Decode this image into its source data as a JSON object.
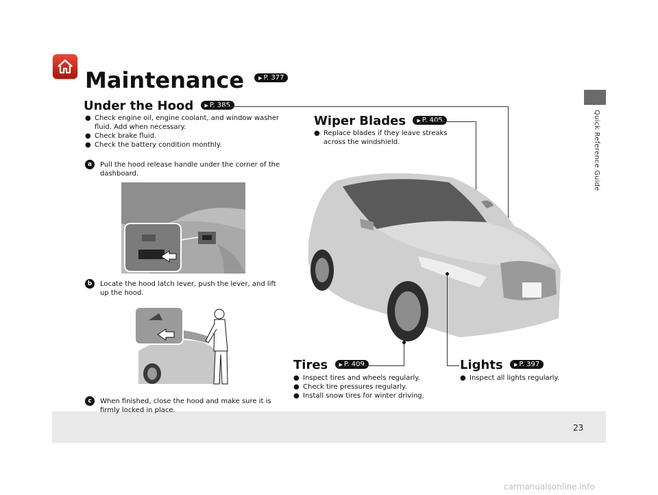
{
  "header": {
    "title": "Maintenance",
    "title_ref": "P. 377",
    "side_label": "Quick Reference Guide"
  },
  "under_hood": {
    "heading": "Under the Hood",
    "ref": "P. 385",
    "bullets": [
      "Check engine oil, engine coolant, and window washer fluid. Add when necessary.",
      "Check brake fluid.",
      "Check the battery condition monthly."
    ],
    "steps": [
      {
        "num": "a",
        "text": "Pull the hood release handle under the corner of the dashboard."
      },
      {
        "num": "b",
        "text": "Locate the hood latch lever, push the lever, and lift up the hood."
      },
      {
        "num": "c",
        "text": "When finished, close the hood and make sure it is firmly locked in place."
      }
    ]
  },
  "wiper": {
    "heading": "Wiper Blades",
    "ref": "P. 405",
    "bullets": [
      "Replace blades if they leave streaks across the windshield."
    ]
  },
  "tires": {
    "heading": "Tires",
    "ref": "P. 409",
    "bullets": [
      "Inspect tires and wheels regularly.",
      "Check tire pressures regularly.",
      "Install snow tires for winter driving."
    ]
  },
  "lights": {
    "heading": "Lights",
    "ref": "P. 397",
    "bullets": [
      "Inspect all lights regularly."
    ]
  },
  "footer": {
    "page_number": "23"
  },
  "watermark": "carmanualsonline.info",
  "colors": {
    "home_button": "#c8281c",
    "side_tab": "#6a6a6a",
    "footer_band": "#e9e9e9"
  }
}
